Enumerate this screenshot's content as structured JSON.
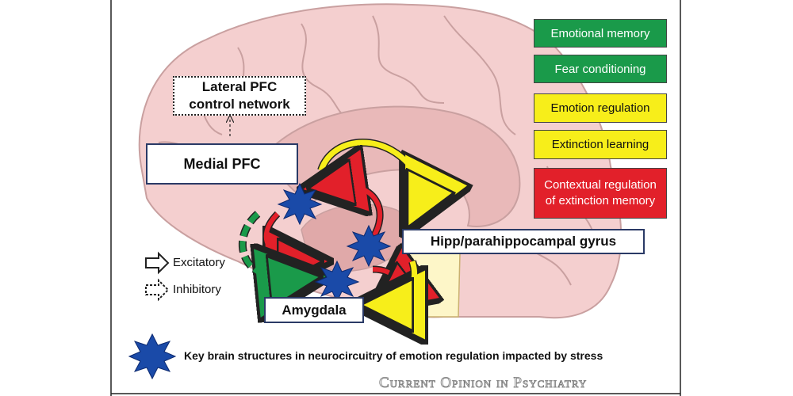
{
  "regions": {
    "lateral_pfc": "Lateral PFC\ncontrol network",
    "medial_pfc": "Medial PFC",
    "hippocampus": "Hipp/parahippocampal gyrus",
    "amygdala": "Amygdala"
  },
  "functions": [
    {
      "label": "Emotional memory",
      "color": "#1a9a4a"
    },
    {
      "label": "Fear conditioning",
      "color": "#1a9a4a"
    },
    {
      "label": "Emotion regulation",
      "color": "#f7ee1a"
    },
    {
      "label": "Extinction learning",
      "color": "#f7ee1a"
    },
    {
      "label": "Contextual regulation\nof extinction memory",
      "color": "#e2202a"
    }
  ],
  "legend": {
    "excitatory": "Excitatory",
    "inhibitory": "Inhibitory"
  },
  "footnote": "Key brain structures in neurocircuitry of emotion regulation impacted by stress",
  "credit": "Current Opinion in Psychiatry",
  "colors": {
    "brain": "#f4cfcf",
    "brain_outline": "#c9a0a0",
    "brainstem": "#fdf6c8",
    "star": "#1a4aa8",
    "arrow_red": "#e2202a",
    "arrow_yellow": "#f7ee1a",
    "arrow_green": "#1a9a4a"
  }
}
